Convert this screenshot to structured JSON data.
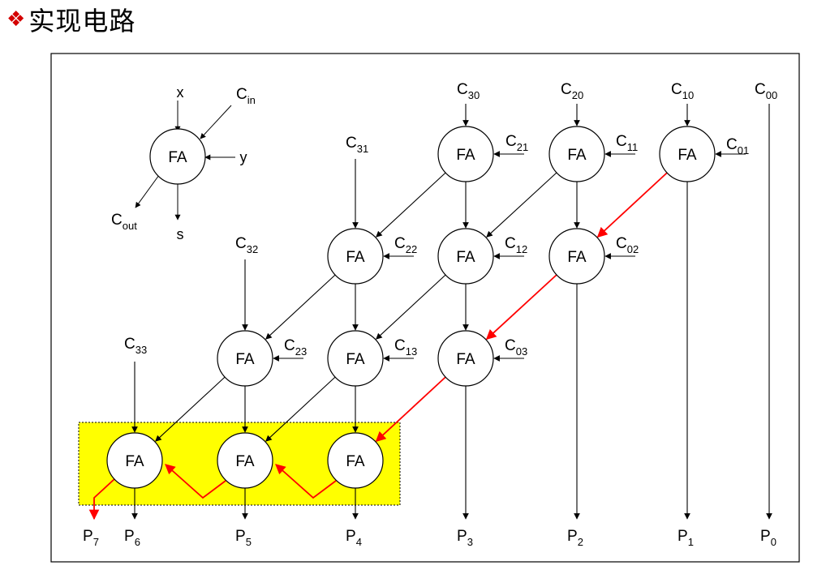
{
  "title": {
    "icon": "diamond-bullet-icon",
    "text": "实现电路"
  },
  "colors": {
    "highlight": "#ffff00",
    "carry_path": "#ff0000",
    "line": "#000000"
  },
  "legend": {
    "node_label": "FA",
    "inputs": [
      "x",
      "y"
    ],
    "carry_in": {
      "base": "C",
      "sub": "in"
    },
    "carry_out": {
      "base": "C",
      "sub": "out"
    },
    "sum": "s"
  },
  "fa_label": "FA",
  "fa_nodes": [
    {
      "id": "r1c3"
    },
    {
      "id": "r1c2"
    },
    {
      "id": "r1c1"
    },
    {
      "id": "r2c4"
    },
    {
      "id": "r2c3"
    },
    {
      "id": "r2c2"
    },
    {
      "id": "r3c5"
    },
    {
      "id": "r3c4"
    },
    {
      "id": "r3c3"
    },
    {
      "id": "r4c6"
    },
    {
      "id": "r4c5"
    },
    {
      "id": "r4c4"
    }
  ],
  "carry_inputs": [
    {
      "base": "C",
      "sub": "30"
    },
    {
      "base": "C",
      "sub": "20"
    },
    {
      "base": "C",
      "sub": "10"
    },
    {
      "base": "C",
      "sub": "00"
    },
    {
      "base": "C",
      "sub": "21"
    },
    {
      "base": "C",
      "sub": "11"
    },
    {
      "base": "C",
      "sub": "01"
    },
    {
      "base": "C",
      "sub": "31"
    },
    {
      "base": "C",
      "sub": "22"
    },
    {
      "base": "C",
      "sub": "12"
    },
    {
      "base": "C",
      "sub": "02"
    },
    {
      "base": "C",
      "sub": "32"
    },
    {
      "base": "C",
      "sub": "23"
    },
    {
      "base": "C",
      "sub": "13"
    },
    {
      "base": "C",
      "sub": "03"
    },
    {
      "base": "C",
      "sub": "33"
    }
  ],
  "outputs": [
    {
      "base": "P",
      "sub": "7"
    },
    {
      "base": "P",
      "sub": "6"
    },
    {
      "base": "P",
      "sub": "5"
    },
    {
      "base": "P",
      "sub": "4"
    },
    {
      "base": "P",
      "sub": "3"
    },
    {
      "base": "P",
      "sub": "2"
    },
    {
      "base": "P",
      "sub": "1"
    },
    {
      "base": "P",
      "sub": "0"
    }
  ]
}
